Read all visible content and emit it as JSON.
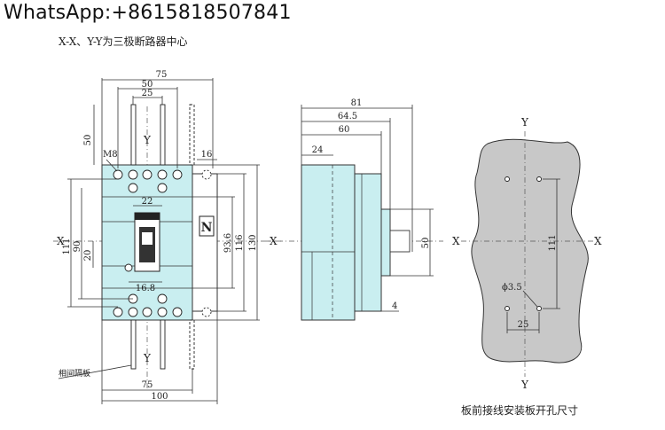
{
  "watermark": "WhatsApp:+8615818507841",
  "subtitle": "X-X、Y-Y为三极断路器中心",
  "caption": "板前接线安装板开孔尺寸",
  "front_view": {
    "dims": {
      "w75": "75",
      "w50": "50",
      "w25": "25",
      "h50": "50",
      "m8": "M8",
      "d16": "16",
      "d22": "22",
      "h111": "111",
      "h90": "90",
      "h20": "20",
      "d16_8": "16.8",
      "h93_6": "93.6",
      "h116": "116",
      "h130": "130",
      "b75": "75",
      "b100": "100"
    },
    "axis_x": "X",
    "axis_y_top": "Y",
    "axis_y_bottom": "Y",
    "neutral": "N",
    "partition_label": "相间隔板"
  },
  "side_view": {
    "dims": {
      "d81": "81",
      "d64_5": "64.5",
      "d60": "60",
      "d24": "24",
      "h50": "50",
      "d4": "4"
    },
    "axis_x": "X"
  },
  "panel_view": {
    "dims": {
      "h111": "111",
      "phi": "ϕ3.5",
      "d25": "25"
    },
    "axis_x_left": "X",
    "axis_x_right": "X",
    "axis_y_top": "Y",
    "axis_y_bottom": "Y",
    "fill": "#c8c8c8"
  },
  "colors": {
    "breaker_body": "#c9eef0"
  }
}
